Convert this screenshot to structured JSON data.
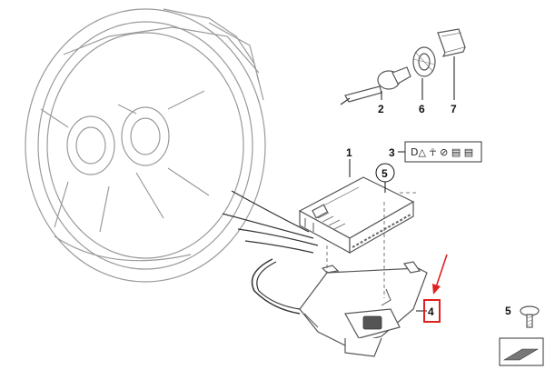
{
  "callouts": {
    "c1": "1",
    "c2": "2",
    "c3": "3",
    "c4": "4",
    "c5": "5",
    "c5_screw": "5",
    "c6": "6",
    "c7": "7"
  },
  "warning_label": {
    "symbols_text": "D△ ☥ ⊘ ▤ ▤"
  },
  "colors": {
    "highlight": "#e02020",
    "line": "#333333",
    "ghost": "#9a9a9a"
  }
}
